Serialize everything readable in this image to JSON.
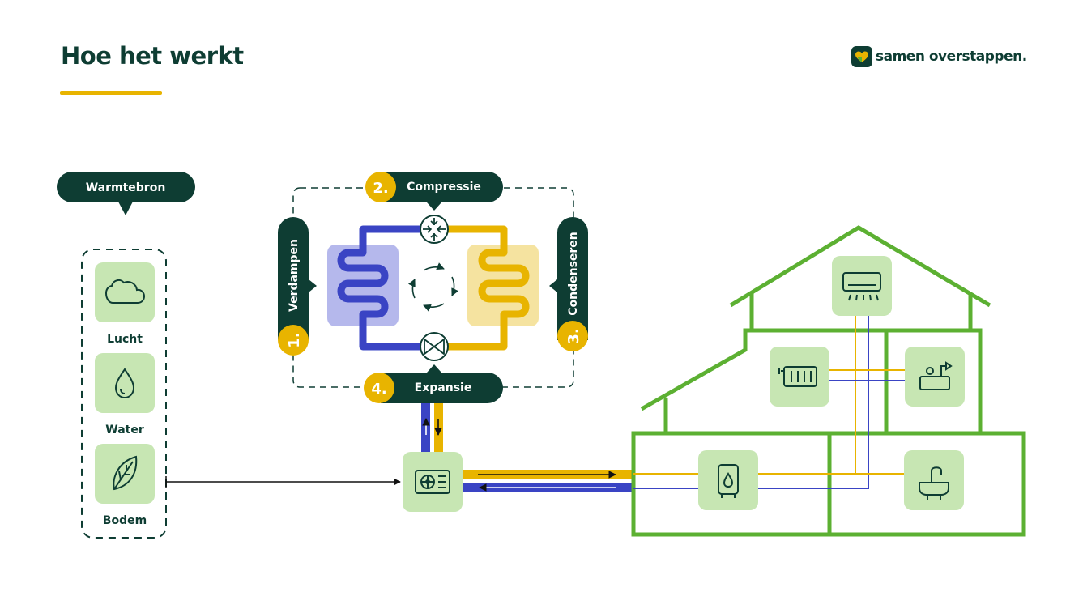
{
  "header": {
    "title": "Hoe het werkt",
    "logo_text": "samen overstappen."
  },
  "heat_sources": {
    "label": "Warmtebron",
    "items": [
      {
        "label": "Lucht",
        "icon": "cloud-icon"
      },
      {
        "label": "Water",
        "icon": "water-drop-icon"
      },
      {
        "label": "Bodem",
        "icon": "leaf-icon"
      }
    ]
  },
  "cycle": {
    "steps": [
      {
        "number": "1.",
        "label": "Verdampen"
      },
      {
        "number": "2.",
        "label": "Compressie"
      },
      {
        "number": "3.",
        "label": "Condenseren"
      },
      {
        "number": "4.",
        "label": "Expansie"
      }
    ]
  },
  "house": {
    "appliances": [
      "air-conditioner-icon",
      "radiator-icon",
      "shower-bath-icon",
      "boiler-icon",
      "sink-faucet-icon",
      "heat-pump-unit-icon"
    ]
  },
  "colors": {
    "dark_green": "#0e3d33",
    "yellow": "#e8b400",
    "blue": "#3a44c4",
    "light_green": "#c7e6b3",
    "house_green": "#5cb032",
    "light_blue": "#b5b8ec",
    "light_yellow": "#f5e3a0"
  }
}
